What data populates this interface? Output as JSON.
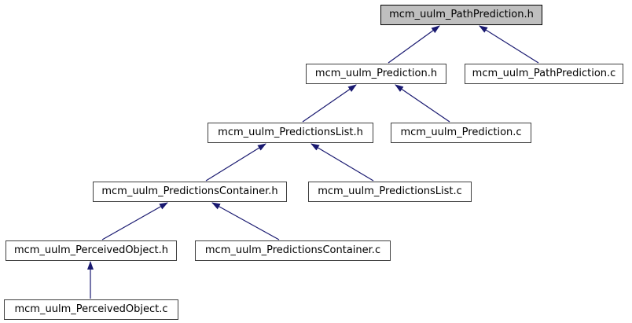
{
  "diagram": {
    "kind": "include-dependency-graph",
    "background": "#ffffff",
    "node_fill": "#ffffff",
    "node_border": "#404040",
    "highlight_fill": "#bfbfbf",
    "highlight_border": "#000000",
    "edge_color": "#191970",
    "nodes": [
      {
        "label": "mcm_uulm_PathPrediction.h",
        "highlighted": true
      },
      {
        "label": "mcm_uulm_Prediction.h",
        "highlighted": false
      },
      {
        "label": "mcm_uulm_PathPrediction.c",
        "highlighted": false
      },
      {
        "label": "mcm_uulm_PredictionsList.h",
        "highlighted": false
      },
      {
        "label": "mcm_uulm_Prediction.c",
        "highlighted": false
      },
      {
        "label": "mcm_uulm_PredictionsContainer.h",
        "highlighted": false
      },
      {
        "label": "mcm_uulm_PredictionsList.c",
        "highlighted": false
      },
      {
        "label": "mcm_uulm_PerceivedObject.h",
        "highlighted": false
      },
      {
        "label": "mcm_uulm_PredictionsContainer.c",
        "highlighted": false
      },
      {
        "label": "mcm_uulm_PerceivedObject.c",
        "highlighted": false
      }
    ],
    "edges": [
      {
        "from": "mcm_uulm_Prediction.h",
        "to": "mcm_uulm_PathPrediction.h"
      },
      {
        "from": "mcm_uulm_PathPrediction.c",
        "to": "mcm_uulm_PathPrediction.h"
      },
      {
        "from": "mcm_uulm_PredictionsList.h",
        "to": "mcm_uulm_Prediction.h"
      },
      {
        "from": "mcm_uulm_Prediction.c",
        "to": "mcm_uulm_Prediction.h"
      },
      {
        "from": "mcm_uulm_PredictionsContainer.h",
        "to": "mcm_uulm_PredictionsList.h"
      },
      {
        "from": "mcm_uulm_PredictionsList.c",
        "to": "mcm_uulm_PredictionsList.h"
      },
      {
        "from": "mcm_uulm_PerceivedObject.h",
        "to": "mcm_uulm_PredictionsContainer.h"
      },
      {
        "from": "mcm_uulm_PredictionsContainer.c",
        "to": "mcm_uulm_PredictionsContainer.h"
      },
      {
        "from": "mcm_uulm_PerceivedObject.c",
        "to": "mcm_uulm_PerceivedObject.h"
      }
    ]
  }
}
